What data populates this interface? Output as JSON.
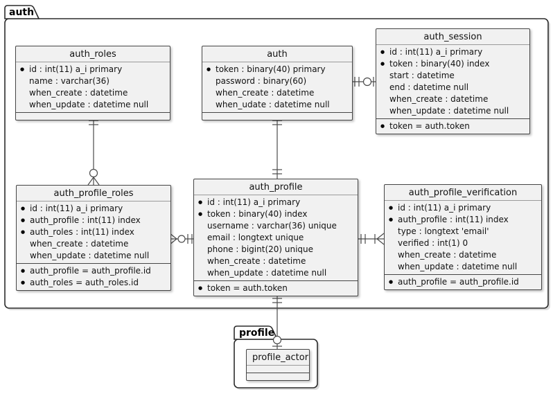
{
  "packages": {
    "auth": {
      "label": "auth"
    },
    "profile": {
      "label": "profile"
    }
  },
  "tables": {
    "auth_roles": {
      "title": "auth_roles",
      "fields": [
        {
          "bullet": "●",
          "text": "id : int(11) a_i primary"
        },
        {
          "bullet": "",
          "text": "name : varchar(36)"
        },
        {
          "bullet": "",
          "text": "when_create : datetime"
        },
        {
          "bullet": "",
          "text": "when_update : datetime null"
        }
      ],
      "footer": []
    },
    "auth": {
      "title": "auth",
      "fields": [
        {
          "bullet": "●",
          "text": "token : binary(40) primary"
        },
        {
          "bullet": "",
          "text": "password : binary(60)"
        },
        {
          "bullet": "",
          "text": "when_create : datetime"
        },
        {
          "bullet": "",
          "text": "when_udate : datetime null"
        }
      ],
      "footer": []
    },
    "auth_session": {
      "title": "auth_session",
      "fields": [
        {
          "bullet": "●",
          "text": "id : int(11) a_i primary"
        },
        {
          "bullet": "●",
          "text": "token : binary(40) index"
        },
        {
          "bullet": "",
          "text": "start : datetime"
        },
        {
          "bullet": "",
          "text": "end : datetime null"
        },
        {
          "bullet": "",
          "text": "when_create : datetime"
        },
        {
          "bullet": "",
          "text": "when_update : datetime null"
        }
      ],
      "footer": [
        {
          "bullet": "●",
          "text": "token = auth.token"
        }
      ]
    },
    "auth_profile_roles": {
      "title": "auth_profile_roles",
      "fields": [
        {
          "bullet": "●",
          "text": "id : int(11) a_i primary"
        },
        {
          "bullet": "●",
          "text": "auth_profile : int(11) index"
        },
        {
          "bullet": "●",
          "text": "auth_roles : int(11) index"
        },
        {
          "bullet": "",
          "text": "when_create : datetime"
        },
        {
          "bullet": "",
          "text": "when_update : datetime null"
        }
      ],
      "footer": [
        {
          "bullet": "●",
          "text": "auth_profile = auth_profile.id"
        },
        {
          "bullet": "●",
          "text": "auth_roles = auth_roles.id"
        }
      ]
    },
    "auth_profile": {
      "title": "auth_profile",
      "fields": [
        {
          "bullet": "●",
          "text": "id : int(11) a_i primary"
        },
        {
          "bullet": "●",
          "text": "token : binary(40) index"
        },
        {
          "bullet": "",
          "text": "username : varchar(36) unique"
        },
        {
          "bullet": "",
          "text": "email : longtext unique"
        },
        {
          "bullet": "",
          "text": "phone : bigint(20) unique"
        },
        {
          "bullet": "",
          "text": "when_create : datetime"
        },
        {
          "bullet": "",
          "text": "when_update : datetime null"
        }
      ],
      "footer": [
        {
          "bullet": "●",
          "text": "token = auth.token"
        }
      ]
    },
    "auth_profile_verification": {
      "title": "auth_profile_verification",
      "fields": [
        {
          "bullet": "●",
          "text": "id : int(11) a_i primary"
        },
        {
          "bullet": "●",
          "text": "auth_profile : int(11) index"
        },
        {
          "bullet": "",
          "text": "type : longtext 'email'"
        },
        {
          "bullet": "",
          "text": "verified : int(1) 0"
        },
        {
          "bullet": "",
          "text": "when_create : datetime"
        },
        {
          "bullet": "",
          "text": "when_update : datetime null"
        }
      ],
      "footer": [
        {
          "bullet": "●",
          "text": "auth_profile = auth_profile.id"
        }
      ]
    },
    "profile_actor": {
      "title": "profile_actor",
      "fields": [],
      "footer": []
    }
  },
  "relations": [
    {
      "from": "auth_roles",
      "to": "auth_profile_roles",
      "from_cardinality": "exactly-one",
      "to_cardinality": "zero-or-many"
    },
    {
      "from": "auth",
      "to": "auth_profile",
      "from_cardinality": "exactly-one",
      "to_cardinality": "exactly-one"
    },
    {
      "from": "auth",
      "to": "auth_session",
      "from_cardinality": "exactly-one",
      "to_cardinality": "zero-or-one"
    },
    {
      "from": "auth_profile_roles",
      "to": "auth_profile",
      "from_cardinality": "zero-or-many",
      "to_cardinality": "exactly-one"
    },
    {
      "from": "auth_profile",
      "to": "auth_profile_verification",
      "from_cardinality": "exactly-one",
      "to_cardinality": "one-or-many"
    },
    {
      "from": "auth_profile",
      "to": "profile_actor",
      "from_cardinality": "exactly-one",
      "to_cardinality": "zero-or-one"
    }
  ],
  "colors": {
    "entity_bg": "#f1f1f1",
    "entity_border": "#454545",
    "line": "#4a4a4a",
    "page_bg": "#ffffff"
  }
}
